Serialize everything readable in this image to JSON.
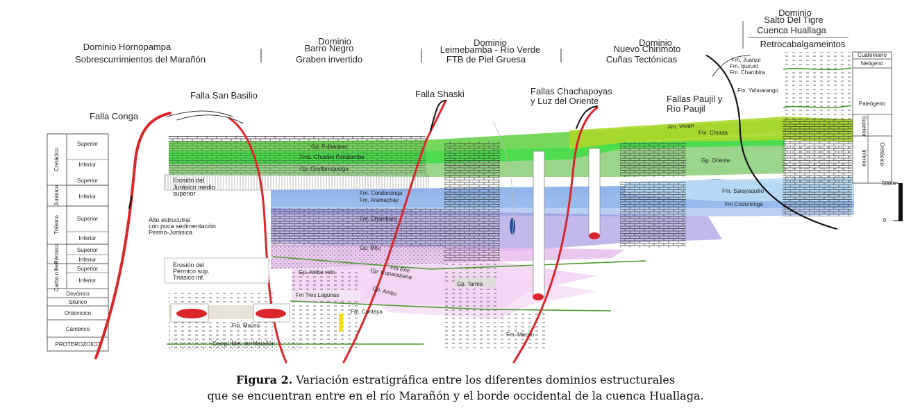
{
  "column": {
    "periods": [
      {
        "era": "Cretácico",
        "sub": [
          "Superior",
          "Inferior"
        ]
      },
      {
        "era": "Jurásico",
        "sub": [
          "Superior",
          "Inferior"
        ]
      },
      {
        "era": "Triásico",
        "sub": [
          "Superior",
          "Inferior"
        ]
      },
      {
        "era": "Pérmico",
        "sub": [
          "Superior",
          "Inferior"
        ]
      },
      {
        "era": "Carbo nífero",
        "sub": [
          "Superior",
          "Inferior"
        ]
      }
    ],
    "single": [
      "Devónico",
      "Silúrico",
      "Ordovícico",
      "Cámbrico",
      "PROTEROZOICO"
    ]
  },
  "domains": {
    "hornopampa": {
      "title": "Dominio Hornopampa",
      "sub": "Sobrescurrimientos del Marañón"
    },
    "barro_negro": {
      "title1": "Dominio",
      "title2": "Barro Negro",
      "sub": "Graben invertido"
    },
    "leimebamba": {
      "title1": "Dominio",
      "title2": "Leimebamba - Río Verde",
      "sub": "FTB de Piel Gruesa"
    },
    "chirimoto": {
      "title1": "Dominio",
      "title2": "Nuevo Chirimoto",
      "sub": "Cuñas Tectónicas"
    },
    "tigre": {
      "title1": "Dominio",
      "title2": "Salto Del Tigre",
      "title3": "Cuenca Huallaga",
      "sub": "Retrocabalgameintos"
    }
  },
  "faults": {
    "conga": "Falla Conga",
    "san_basilio": "Falla San Basilio",
    "shaski": "Falla Shaski",
    "chachapoyas1": "Fallas Chachapoyas",
    "chachapoyas2": "y Luz del Oriente",
    "paujil1": "Fallas Paujil y",
    "paujil2": "Río Paujil"
  },
  "notes": {
    "erosion_jur1": "Erosión del",
    "erosion_jur2": "Jurásico medio",
    "erosion_jur3": "superior",
    "alto1": "Alto estrucutral",
    "alto2": "con poca sedimentación",
    "alto3": "Permo-Jurásica",
    "erosion_per1": "Erosión del",
    "erosion_per2": "Pérmico sup.",
    "erosion_per3": "Triásico inf."
  },
  "formations": {
    "pulluicana": "Gp. Pulluicana",
    "chuelec": "Fms. Chuelec Pariatambo",
    "goyllar": "Gp. Goyllarisquizga",
    "condorsinga": "Fm. Condorsinga",
    "aramachay": "Fm. Aramachay",
    "chambara": "Fm. Chambara",
    "mitu": "Gp. Mitu",
    "ene": "Fm Ene",
    "copacabana": "Gp. Copacabana",
    "ambo_volc": "Gp. Ambo volc",
    "ambo": "Gp. Ambo",
    "tres_lagunas": "Fm Tres Lagunas",
    "contaya": "Fm. Contaya",
    "macno1": "Fm. Macno",
    "compl": "Compl. Met. del Marañón",
    "tarma": "Gp. Tarma",
    "macno2": "Fm. Macno",
    "vivian": "Fm. Vivian",
    "chonta": "Fm. Chonta",
    "oriente": "Gp. Oriente",
    "sarayaquillo": "Fm. Sarayaquillo",
    "codorsinga2": "Fm Codorsinga",
    "yahuarango": "Fm. Yahuarango",
    "juanjui": "Fm. Juanjui",
    "ipururo": "Fm. Ipururo",
    "chambira": "Fm. Chambira"
  },
  "right_column": {
    "cuaternario": "Cuaternario",
    "neogeno": "Neógeno",
    "paleogeno": "Paleógeno",
    "superior": "Superior",
    "inferior": "Inferior",
    "cretacico": "Cretácico"
  },
  "scale": {
    "top": "500m",
    "bottom": "0"
  },
  "caption": {
    "label": "Figura 2.",
    "line1": " Variación estratigráfica entre los diferentes dominios estructurales",
    "line2": "que se encuentran entre en el río Marañón y el borde occidental de la cuenca Huallaga."
  },
  "colors": {
    "fault": "#d8262a",
    "cret_green": "#7ed957",
    "lime": "#a8d82a",
    "blue": "#7fa8e6",
    "lightblue": "#b9dcf5",
    "purple": "#9a88d8",
    "pink": "#e9b8ec",
    "darkline": "#1a1a1a",
    "greenline": "#4a9a2a"
  }
}
